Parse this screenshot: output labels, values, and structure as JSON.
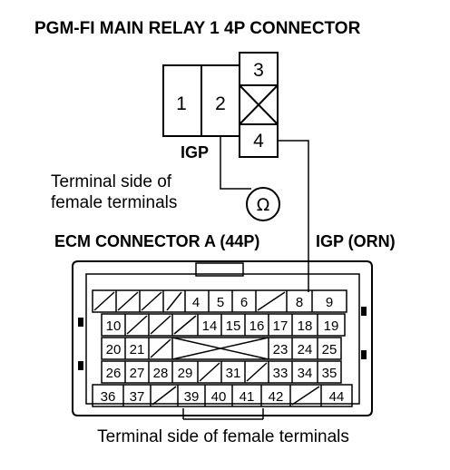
{
  "title": "PGM-FI MAIN RELAY 1 4P CONNECTOR",
  "relay": {
    "pins": [
      "1",
      "2",
      "3",
      "4"
    ],
    "igp_label": "IGP"
  },
  "note_top": [
    "Terminal side of",
    "female terminals"
  ],
  "meter_symbol": "Ω",
  "ecm_label": "ECM CONNECTOR A (44P)",
  "igp_orn_label": "IGP (ORN)",
  "ecm_rows": [
    [
      "4",
      "5",
      "6",
      "8",
      "9"
    ],
    [
      "10",
      "14",
      "15",
      "16",
      "17",
      "18",
      "19"
    ],
    [
      "20",
      "21",
      "23",
      "24",
      "25"
    ],
    [
      "26",
      "27",
      "28",
      "29",
      "31",
      "33",
      "34",
      "35"
    ],
    [
      "36",
      "37",
      "39",
      "40",
      "41",
      "42",
      "44"
    ]
  ],
  "note_bottom": "Terminal side of female terminals"
}
